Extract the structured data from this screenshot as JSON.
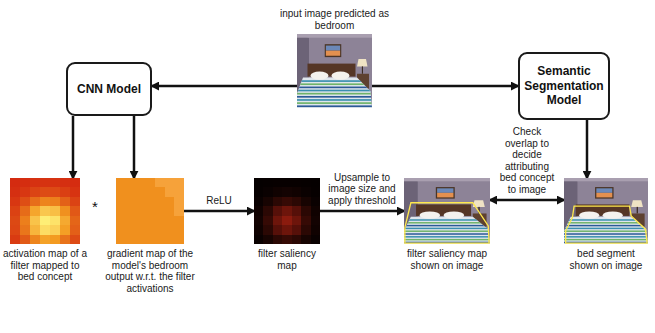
{
  "diagram": {
    "nodes": [
      {
        "text": [
          "input image predicted as bedroom"
        ]
      },
      {
        "text": [
          "CNN Model"
        ]
      },
      {
        "text": [
          "Semantic Segmentation Model"
        ]
      },
      {
        "text": [
          "activation map of a filter mapped to bed concept"
        ]
      },
      {
        "text": [
          "gradient map of the model's bedroom output w.r.t. the filter activations"
        ]
      },
      {
        "text": [
          "filter saliency map"
        ]
      },
      {
        "text": [
          "filter saliency map shown on image"
        ]
      },
      {
        "text": [
          "bed segment shown on image"
        ]
      }
    ],
    "edges": [
      {
        "from": 0,
        "to": 1,
        "arrow": "to"
      },
      {
        "from": 0,
        "to": 2,
        "arrow": "to"
      },
      {
        "from": 1,
        "to": 3,
        "arrow": "to"
      },
      {
        "from": 1,
        "to": 4,
        "arrow": "to"
      },
      {
        "from": 2,
        "to": 7,
        "arrow": "to"
      },
      {
        "from": 4,
        "to": 5,
        "label": "ReLU",
        "arrow": "to"
      },
      {
        "from": 5,
        "to": 6,
        "label": "Upsample to image size and apply threshold",
        "arrow": "to"
      },
      {
        "from": 6,
        "to": 7,
        "label": "Check overlap to decide attributing bed concept to image",
        "arrow": "both"
      }
    ],
    "labels": [
      "*"
    ]
  }
}
